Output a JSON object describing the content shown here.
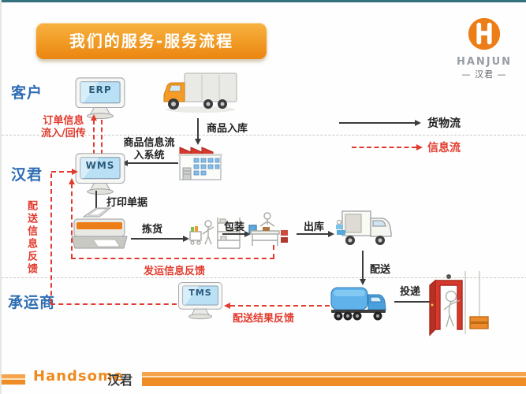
{
  "title": {
    "text": "我们的服务-服务流程"
  },
  "header_logo": {
    "monogram": "H",
    "name": "HANJUN",
    "cn": "— 汉君 —"
  },
  "lanes": {
    "customer": "客户",
    "company": "汉君",
    "carrier": "承运商"
  },
  "systems": {
    "erp": "ERP",
    "wms": "WMS",
    "tms": "TMS"
  },
  "steps": {
    "inbound": "商品入库",
    "info_to_system_l1": "商品信息流",
    "info_to_system_l2": "入系统",
    "print": "打印单据",
    "pick": "拣货",
    "pack": "包装",
    "outbound": "出库",
    "dispatch": "配送",
    "deliver": "投递"
  },
  "feedback": {
    "order_l1": "订单信息",
    "order_l2": "流入/回传",
    "dispatch_info": "配送信息反馈",
    "shipping_info": "发运信息反馈",
    "dispatch_result": "配送结果反馈"
  },
  "legend": {
    "goods": "货物流",
    "info": "信息流"
  },
  "footer": {
    "en": "Handsome",
    "cn": "汉君"
  },
  "icons": {
    "erp_computer": "crt-monitor-icon",
    "wms_computer": "crt-monitor-icon",
    "tms_computer": "crt-monitor-icon",
    "inbound_truck": "cargo-truck-icon",
    "warehouse": "factory-icon",
    "printer": "printer-icon",
    "picking": "picker-shelf-icon",
    "packing": "packing-table-icon",
    "outbound_truck": "loading-truck-icon",
    "delivery_truck": "blue-truck-icon",
    "door_delivery": "door-person-package-icon",
    "brand": "hanjun-circle-icon"
  },
  "colors": {
    "accent_orange": "#ED8512",
    "flow_red": "#E23B2E",
    "lane_blue": "#2E6DB4",
    "top_line_teal": "#35707E"
  }
}
